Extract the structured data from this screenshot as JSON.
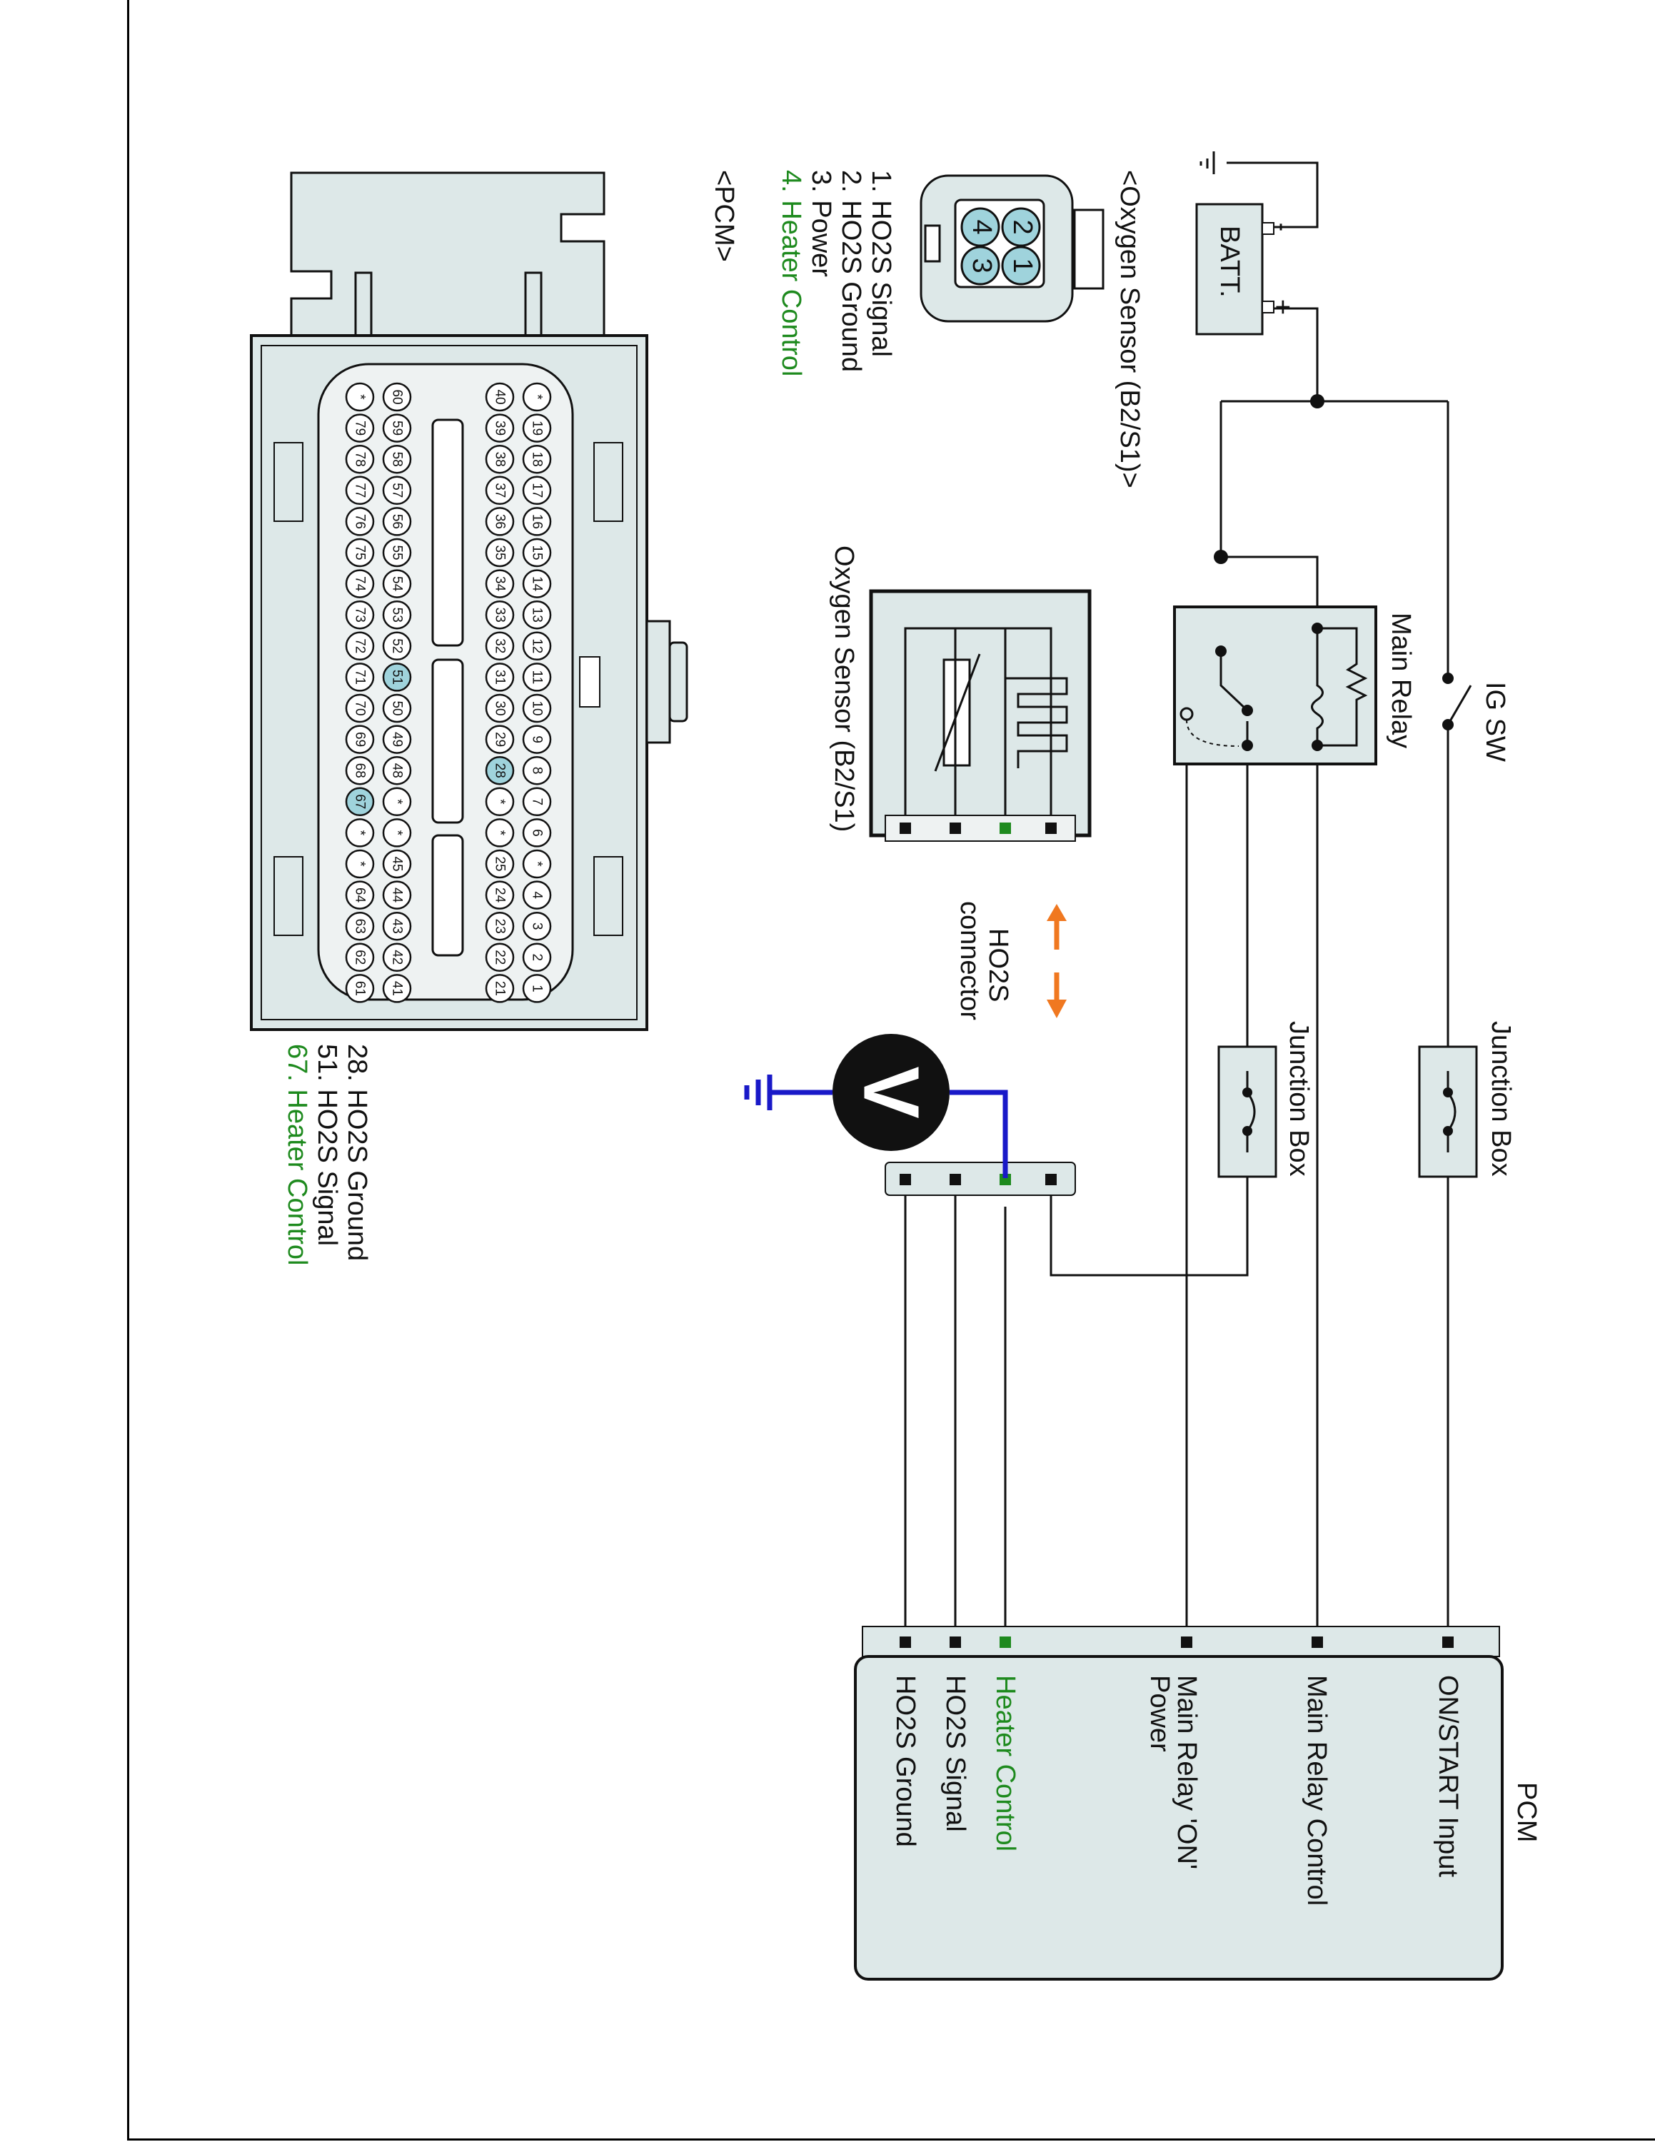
{
  "colors": {
    "heater_green": "#1e8a1e",
    "probe_blue": "#1919c8",
    "arrow_orange": "#f07820",
    "housing_fill": "#dde8e8",
    "highlight_pin": "#9fd3dc",
    "line": "#111111"
  },
  "battery": {
    "label": "BATT.",
    "minus": "-",
    "plus": "+"
  },
  "ig_switch": {
    "label": "IG SW"
  },
  "main_relay": {
    "label": "Main Relay"
  },
  "junction_boxes": [
    {
      "label": "Junction Box"
    },
    {
      "label": "Junction Box"
    }
  ],
  "sensor_connector": {
    "title": "<Oxygen Sensor (B2/S1)>",
    "pin_numbers": [
      "2",
      "1",
      "4",
      "3"
    ],
    "pins": [
      {
        "text": "1. HO2S  Signal",
        "highlight": false
      },
      {
        "text": "2. HO2S  Ground",
        "highlight": false
      },
      {
        "text": "3. Power",
        "highlight": false
      },
      {
        "text": "4. Heater Control",
        "highlight": true
      }
    ]
  },
  "sensor_component": {
    "label": "Oxygen Sensor (B2/S1)"
  },
  "ho2s_connector": {
    "label_line1": "HO2S",
    "label_line2": "connector"
  },
  "voltmeter": {
    "symbol": "V"
  },
  "pcm_box": {
    "title": "PCM",
    "terminals": [
      {
        "label": "ON/START Input",
        "highlight": false
      },
      {
        "label": "Main Relay Control",
        "highlight": false
      },
      {
        "label": "Main Relay 'ON'",
        "label2": "Power",
        "highlight": false
      },
      {
        "label": "Heater Control",
        "highlight": true
      },
      {
        "label": "HO2S  Signal",
        "highlight": false
      },
      {
        "label": "HO2S  Ground",
        "highlight": false
      }
    ]
  },
  "pcm_connector": {
    "title": "<PCM>",
    "row1": [
      "*",
      "19",
      "18",
      "17",
      "16",
      "15",
      "14",
      "13",
      "12",
      "11",
      "10",
      "9",
      "8",
      "7",
      "6",
      "*",
      "4",
      "3",
      "2",
      "1"
    ],
    "row2": [
      "40",
      "39",
      "38",
      "37",
      "36",
      "35",
      "34",
      "33",
      "32",
      "31",
      "30",
      "29",
      "28",
      "*",
      "*",
      "25",
      "24",
      "23",
      "22",
      "21"
    ],
    "row3": [
      "60",
      "59",
      "58",
      "57",
      "56",
      "55",
      "54",
      "53",
      "52",
      "51",
      "50",
      "49",
      "48",
      "*",
      "*",
      "45",
      "44",
      "43",
      "42",
      "41"
    ],
    "row4": [
      "*",
      "79",
      "78",
      "77",
      "76",
      "75",
      "74",
      "73",
      "72",
      "71",
      "70",
      "69",
      "68",
      "67",
      "*",
      "*",
      "64",
      "63",
      "62",
      "61"
    ],
    "highlighted_pins": [
      "28",
      "51",
      "67"
    ],
    "pins": [
      {
        "text": "28. HO2S  Ground",
        "highlight": false
      },
      {
        "text": "51. HO2S  Signal",
        "highlight": false
      },
      {
        "text": "67. Heater Control",
        "highlight": true
      }
    ]
  }
}
